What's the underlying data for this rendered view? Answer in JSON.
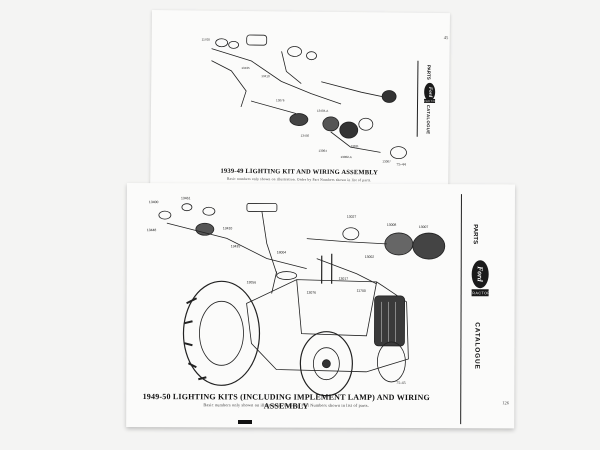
{
  "top_page": {
    "caption": "1939-49 LIGHTING KIT AND WIRING ASSEMBLY",
    "note": "Basic numbers only shown on illustration. Order by Part Numbers shown in list of parts.",
    "figure_number": "75-44",
    "page_number": "45",
    "sidebar_parts": "PARTS",
    "sidebar_catalogue": "CATALOGUE",
    "logo_text": "Ford",
    "band_text": "TRACTOR"
  },
  "bottom_page": {
    "caption": "1949-50 LIGHTING KITS (INCLUDING IMPLEMENT LAMP) AND WIRING ASSEMBLY",
    "note": "Basic numbers only shown on illustration. Order by Part Numbers shown in list of parts.",
    "figure_number": "75-45",
    "page_number": "126",
    "sidebar_parts": "PARTS",
    "sidebar_catalogue": "CATALOGUE",
    "logo_text": "Ford",
    "band_text": "TRACTOR"
  }
}
